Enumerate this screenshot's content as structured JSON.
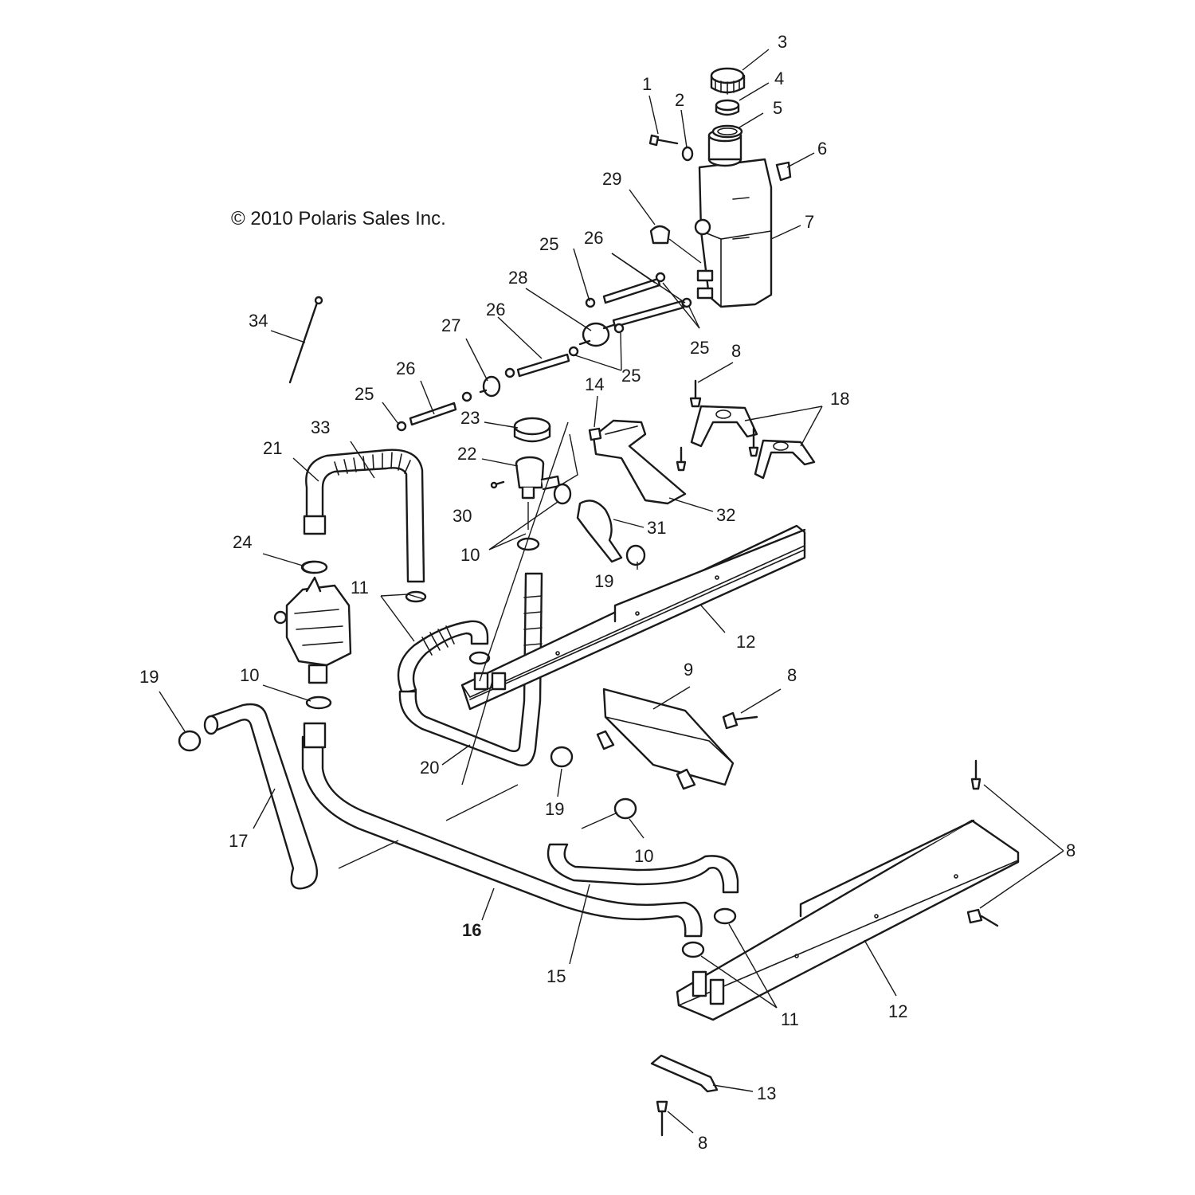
{
  "copyright": "© 2010 Polaris Sales Inc.",
  "callouts": {
    "c1": "1",
    "c2": "2",
    "c3": "3",
    "c4": "4",
    "c5": "5",
    "c6": "6",
    "c7": "7",
    "c8a": "8",
    "c8b": "8",
    "c8c": "8",
    "c8d": "8",
    "c9": "9",
    "c10a": "10",
    "c10b": "10",
    "c10c": "10",
    "c11a": "11",
    "c11b": "11",
    "c12a": "12",
    "c12b": "12",
    "c13": "13",
    "c14": "14",
    "c15": "15",
    "c16": "16",
    "c17": "17",
    "c18": "18",
    "c19a": "19",
    "c19b": "19",
    "c19c": "19",
    "c20": "20",
    "c21": "21",
    "c22": "22",
    "c23": "23",
    "c24": "24",
    "c25a": "25",
    "c25b": "25",
    "c25c": "25",
    "c25d": "25",
    "c26a": "26",
    "c26b": "26",
    "c26c": "26",
    "c27": "27",
    "c28": "28",
    "c29": "29",
    "c30": "30",
    "c31": "31",
    "c32": "32",
    "c33": "33",
    "c34": "34"
  }
}
